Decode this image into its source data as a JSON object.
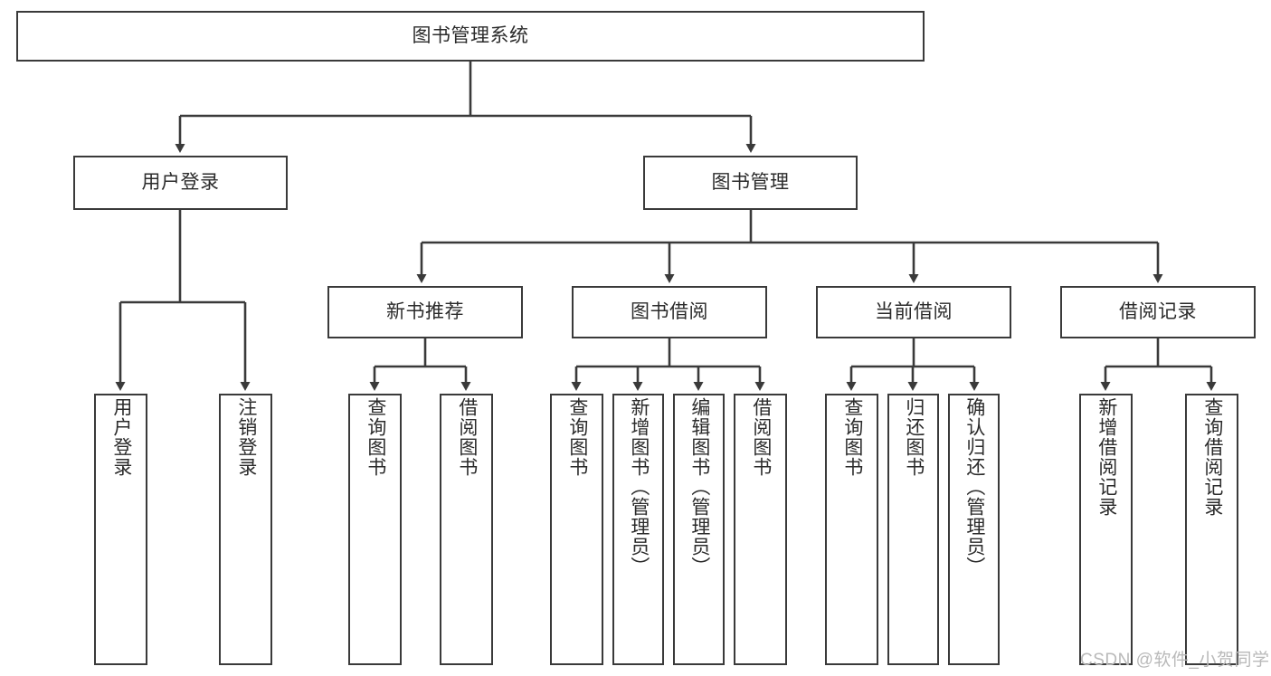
{
  "diagram": {
    "title": "图书管理系统",
    "type": "tree-hierarchy-chart",
    "stroke_color": "#3a3a3a",
    "fill_color": "#ffffff",
    "text_color": "#2b2b2b"
  },
  "nodes": {
    "root": {
      "label": "图书管理系统"
    },
    "level2": [
      {
        "id": "user-login",
        "label": "用户登录"
      },
      {
        "id": "book-management",
        "label": "图书管理"
      }
    ],
    "level3": [
      {
        "id": "new-book-recommend",
        "label": "新书推荐"
      },
      {
        "id": "book-borrow",
        "label": "图书借阅"
      },
      {
        "id": "current-borrow",
        "label": "当前借阅"
      },
      {
        "id": "borrow-record",
        "label": "借阅记录"
      }
    ],
    "leaves": {
      "user_login": [
        {
          "id": "leaf-user-login",
          "label": "用户登录"
        },
        {
          "id": "leaf-logout-login",
          "label": "注销登录"
        }
      ],
      "new_book_recommend": [
        {
          "id": "leaf-query-book-1",
          "label": "查询图书"
        },
        {
          "id": "leaf-borrow-book-1",
          "label": "借阅图书"
        }
      ],
      "book_borrow": [
        {
          "id": "leaf-query-book-2",
          "label": "查询图书"
        },
        {
          "id": "leaf-add-book-admin",
          "label": "新增图书（管理员）"
        },
        {
          "id": "leaf-edit-book-admin",
          "label": "编辑图书（管理员）"
        },
        {
          "id": "leaf-borrow-book-2",
          "label": "借阅图书"
        }
      ],
      "current_borrow": [
        {
          "id": "leaf-query-book-3",
          "label": "查询图书"
        },
        {
          "id": "leaf-return-book",
          "label": "归还图书"
        },
        {
          "id": "leaf-confirm-return-admin",
          "label": "确认归还（管理员）"
        }
      ],
      "borrow_record": [
        {
          "id": "leaf-add-borrow-record",
          "label": "新增借阅记录"
        },
        {
          "id": "leaf-query-borrow-record",
          "label": "查询借阅记录"
        }
      ]
    }
  },
  "watermark": {
    "text": "CSDN @软件_小贺同学"
  }
}
